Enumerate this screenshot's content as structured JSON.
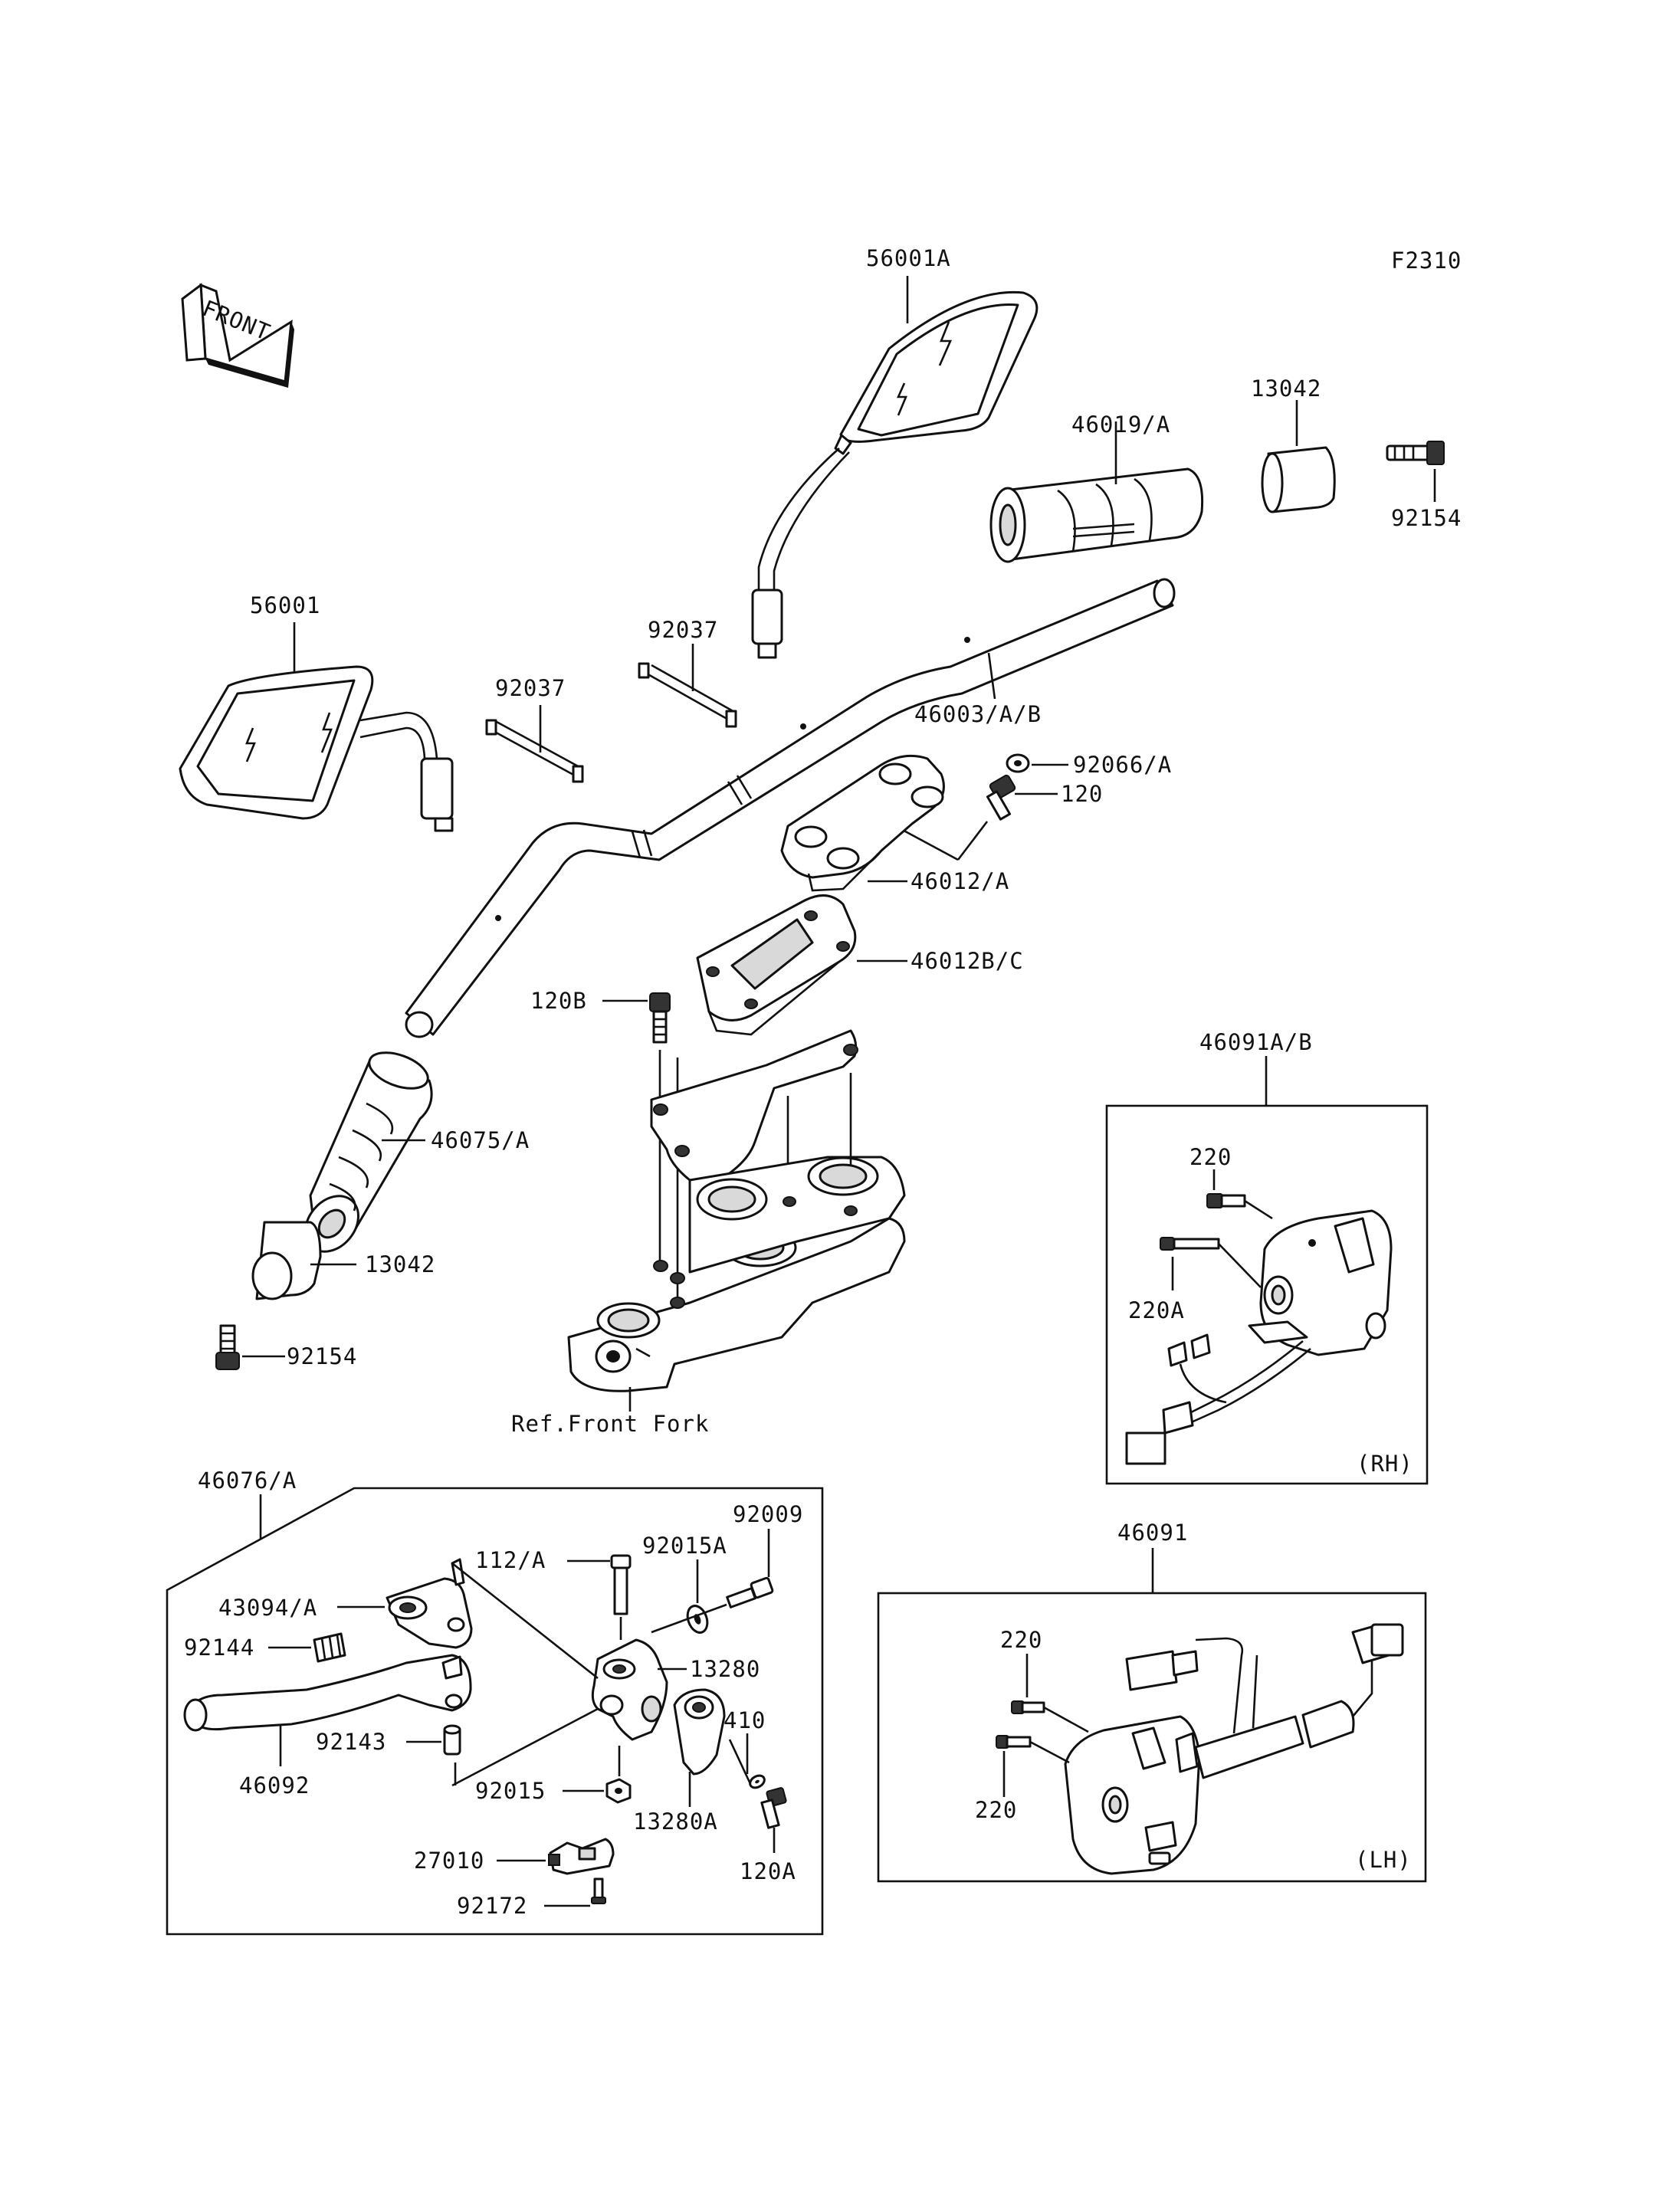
{
  "figure_code": "F2310",
  "front_arrow_label": "FRONT",
  "callouts": {
    "mirror_right": "56001A",
    "mirror_left": "56001",
    "grip_right": "46019/A",
    "weight_right": "13042",
    "bolt_right": "92154",
    "clamp_left": "92037",
    "clamp_right": "92037",
    "handlebar": "46003/A/B",
    "washer": "92066/A",
    "bolt_120": "120",
    "holder_upper": "46012/A",
    "holder_lower": "46012B/C",
    "bolt_120b": "120B",
    "grip_left": "46075/A",
    "weight_left": "13042",
    "bolt_left": "92154",
    "ref_fork": "Ref.Front Fork",
    "switch_rh_group": "46091A/B",
    "switch_rh_screw_a": "220",
    "switch_rh_screw_b": "220A",
    "switch_rh_side": "(RH)",
    "switch_lh_group": "46091",
    "switch_lh_screw_a": "220",
    "switch_lh_screw_b": "220",
    "switch_lh_side": "(LH)",
    "lever_group": "46076/A",
    "lever_bolt": "112/A",
    "lever_cover": "43094/A",
    "lever_spring": "92144",
    "lever_arm": "46092",
    "lever_collar": "92143",
    "lever_washer": "92015A",
    "lever_bolt_2": "92009",
    "lever_holder": "13280",
    "lever_clamp": "13280A",
    "lever_screw_410": "410",
    "lever_nut": "92015",
    "lever_bolt_120a": "120A",
    "lever_switch": "27010",
    "lever_screw": "92172"
  }
}
